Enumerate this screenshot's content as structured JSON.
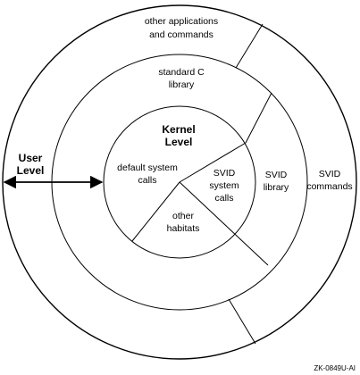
{
  "diagram": {
    "outer_ring": {
      "label_line1": "other applications",
      "label_line2": "and commands",
      "segment_label_line1": "SVID",
      "segment_label_line2": "commands"
    },
    "middle_ring": {
      "label_line1": "standard C",
      "label_line2": "library",
      "segment_label_line1": "SVID",
      "segment_label_line2": "library"
    },
    "inner_circle": {
      "title_line1": "Kernel",
      "title_line2": "Level",
      "default_line1": "default system",
      "default_line2": "calls",
      "svid_line1": "SVID",
      "svid_line2": "system",
      "svid_line3": "calls",
      "other_line1": "other",
      "other_line2": "habitats"
    },
    "user_level": {
      "line1": "User",
      "line2": "Level"
    },
    "figure_code": "ZK-0849U-AI",
    "colors": {
      "stroke": "#000000",
      "background": "#ffffff"
    }
  }
}
